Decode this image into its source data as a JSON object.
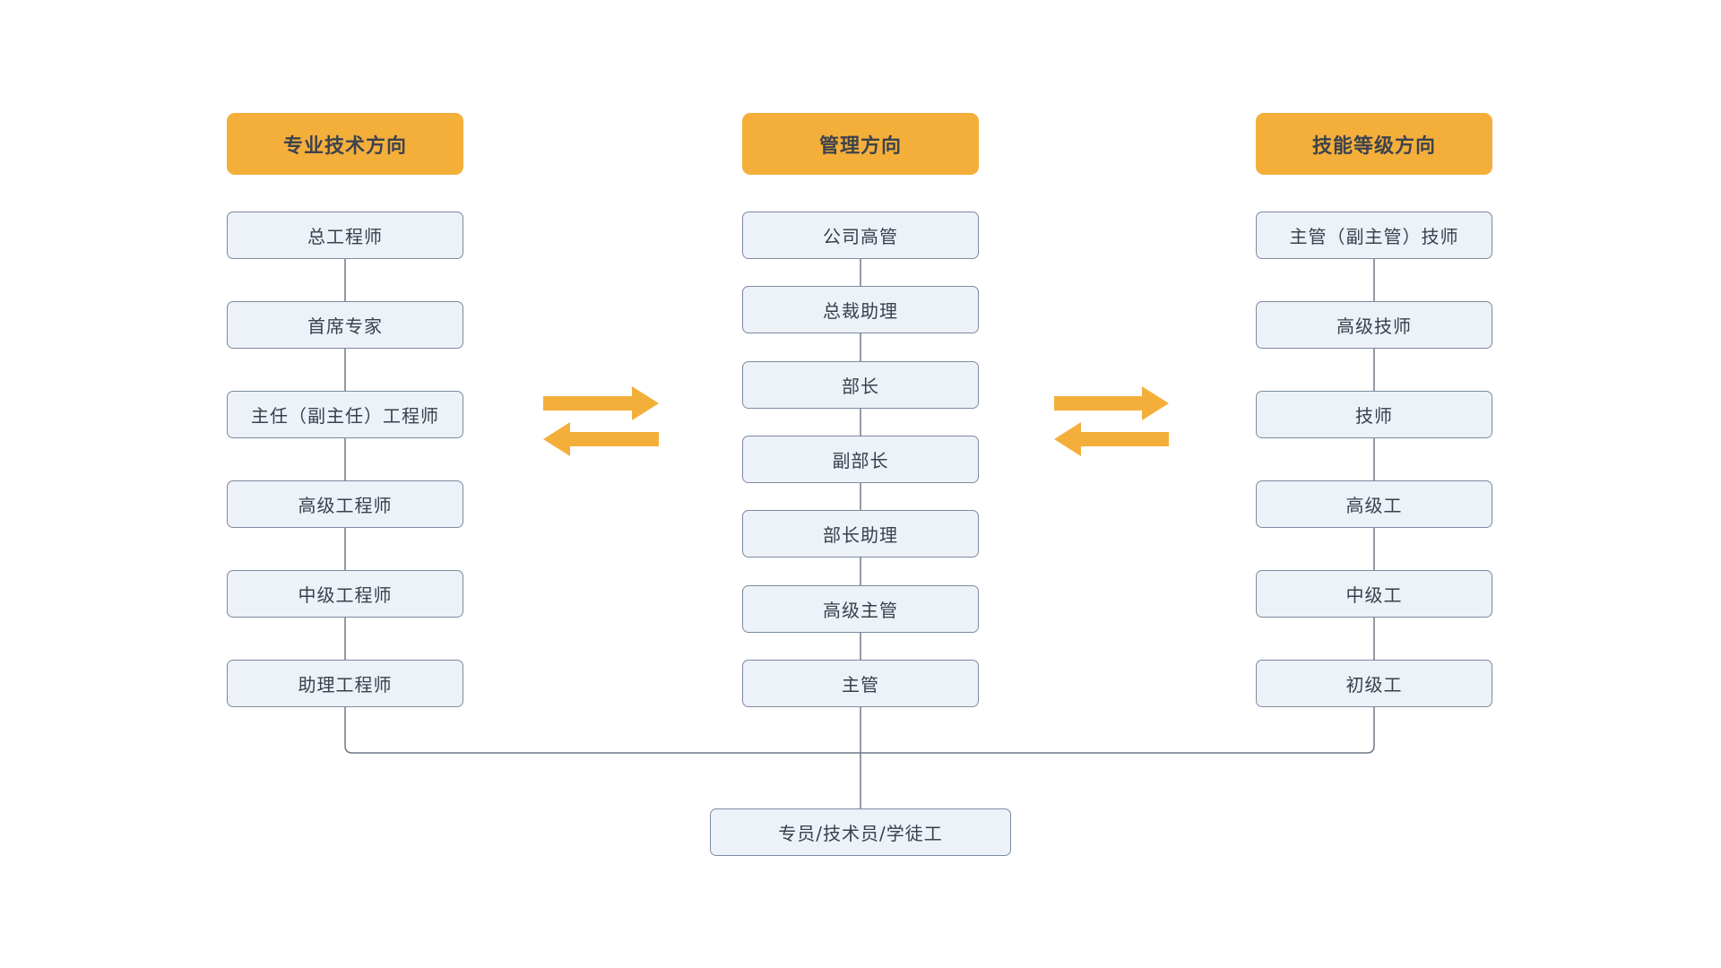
{
  "diagram": {
    "columns": [
      {
        "header": "专业技术方向",
        "levels": [
          "总工程师",
          "首席专家",
          "主任（副主任）工程师",
          "高级工程师",
          "中级工程师",
          "助理工程师"
        ]
      },
      {
        "header": "管理方向",
        "levels": [
          "公司高管",
          "总裁助理",
          "部长",
          "副部长",
          "部长助理",
          "高级主管",
          "主管"
        ]
      },
      {
        "header": "技能等级方向",
        "levels": [
          "主管（副主管）技师",
          "高级技师",
          "技师",
          "高级工",
          "中级工",
          "初级工"
        ]
      }
    ],
    "base": "专员/技术员/学徒工",
    "colors": {
      "header_bg": "#F4AF3B",
      "header_text": "#3D434D",
      "box_bg": "#EDF1F8",
      "box_border": "#7C8BA0",
      "text": "#39404C",
      "line": "#6E7887",
      "arrow": "#F4AF3B"
    }
  }
}
